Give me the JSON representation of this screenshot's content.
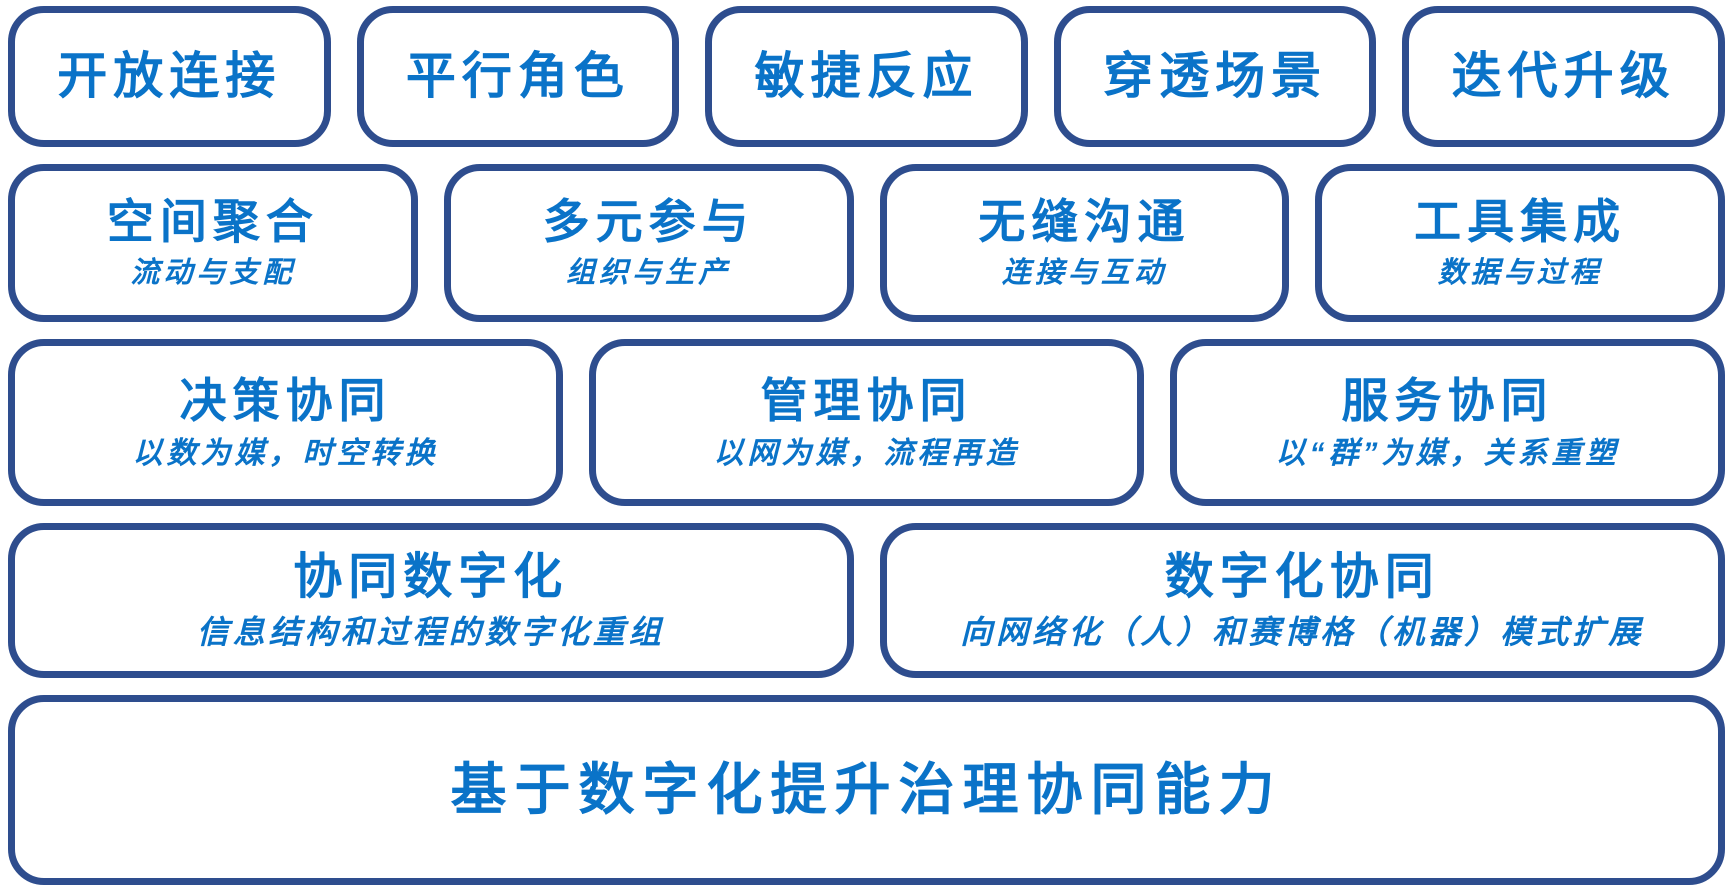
{
  "colors": {
    "box_border": "#2e4d8e",
    "text_blue": "#0a73c8",
    "background": "#ffffff"
  },
  "rows": [
    {
      "boxes": [
        {
          "title": "开放连接"
        },
        {
          "title": "平行角色"
        },
        {
          "title": "敏捷反应"
        },
        {
          "title": "穿透场景"
        },
        {
          "title": "迭代升级"
        }
      ]
    },
    {
      "boxes": [
        {
          "title": "空间聚合",
          "subtitle": "流动与支配"
        },
        {
          "title": "多元参与",
          "subtitle": "组织与生产"
        },
        {
          "title": "无缝沟通",
          "subtitle": "连接与互动"
        },
        {
          "title": "工具集成",
          "subtitle": "数据与过程"
        }
      ]
    },
    {
      "boxes": [
        {
          "title": "决策协同",
          "subtitle": "以数为媒，时空转换"
        },
        {
          "title": "管理协同",
          "subtitle": "以网为媒，流程再造"
        },
        {
          "title": "服务协同",
          "subtitle": "以“群”为媒，关系重塑"
        }
      ]
    },
    {
      "boxes": [
        {
          "title": "协同数字化",
          "subtitle": "信息结构和过程的数字化重组"
        },
        {
          "title": "数字化协同",
          "subtitle": "向网络化（人）和赛博格（机器）模式扩展"
        }
      ]
    },
    {
      "boxes": [
        {
          "title": "基于数字化提升治理协同能力"
        }
      ]
    }
  ]
}
